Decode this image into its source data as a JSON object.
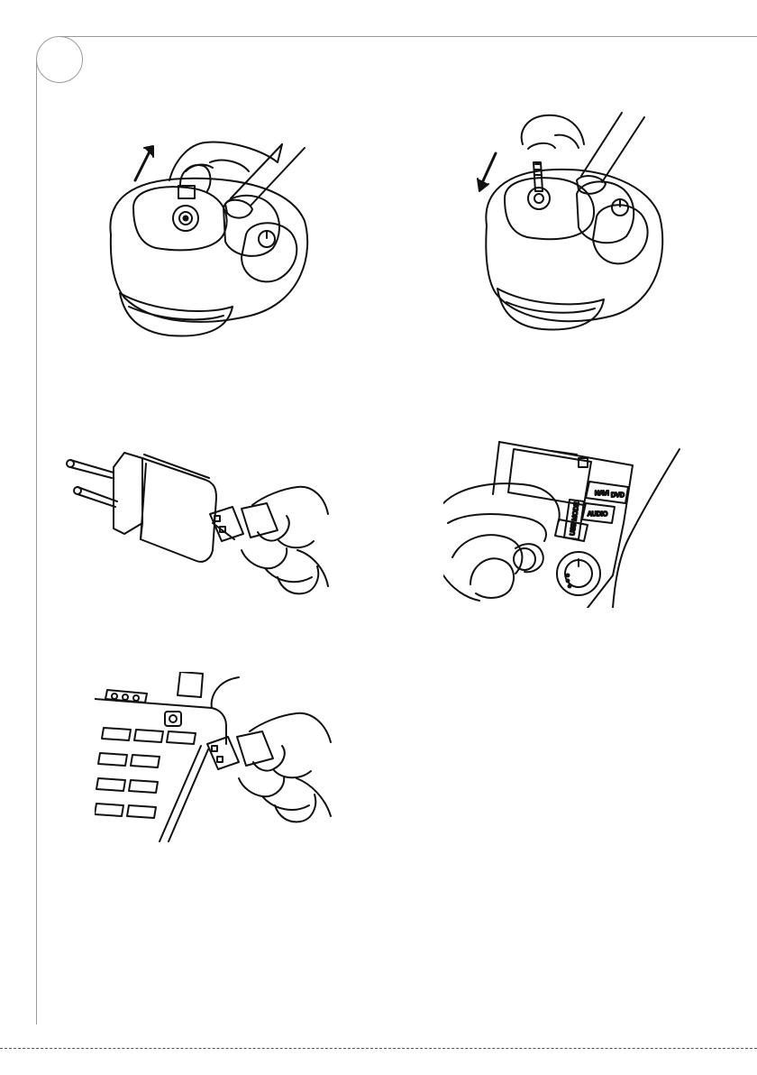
{
  "page": {
    "page_number": ""
  },
  "illustrations": [
    {
      "id": "fig-1",
      "icon": "remove-plug-from-device-icon"
    },
    {
      "id": "fig-2",
      "icon": "insert-plug-into-device-icon"
    },
    {
      "id": "fig-3",
      "icon": "usb-wall-charger-icon"
    },
    {
      "id": "fig-4",
      "icon": "usb-car-dashboard-icon",
      "labels": {
        "navi": "NAVI",
        "dvd": "DVD",
        "audio": "AUDIO",
        "usb": "USB MODE"
      }
    },
    {
      "id": "fig-5",
      "icon": "usb-laptop-port-icon"
    }
  ],
  "colors": {
    "line": "#111111",
    "frame": "#9a9a9a",
    "background": "#ffffff"
  }
}
